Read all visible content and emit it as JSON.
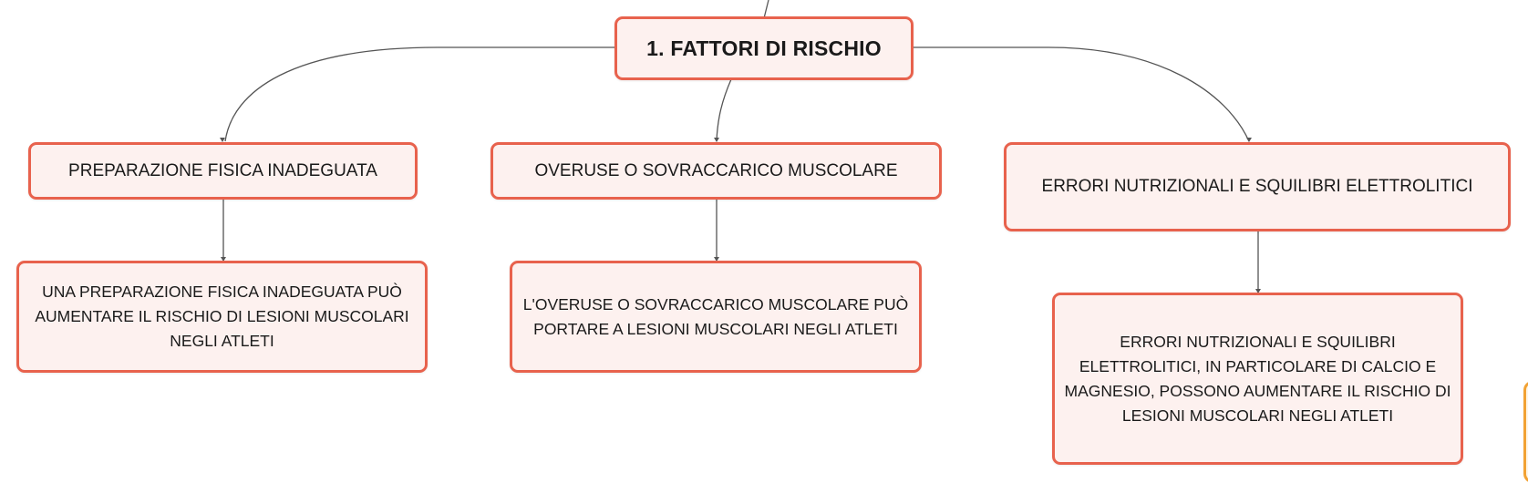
{
  "root": {
    "label": "1. FATTORI DI RISCHIO"
  },
  "branches": [
    {
      "topic": "PREPARAZIONE FISICA INADEGUATA",
      "description": "UNA PREPARAZIONE FISICA INADEGUATA PUÒ AUMENTARE IL RISCHIO DI LESIONI MUSCOLARI NEGLI ATLETI"
    },
    {
      "topic": "OVERUSE O SOVRACCARICO MUSCOLARE",
      "description": "L'OVERUSE O SOVRACCARICO MUSCOLARE PUÒ PORTARE A LESIONI MUSCOLARI NEGLI ATLETI"
    },
    {
      "topic": "ERRORI NUTRIZIONALI E SQUILIBRI ELETTROLITICI",
      "description": "ERRORI NUTRIZIONALI E SQUILIBRI ELETTROLITICI, IN PARTICOLARE DI CALCIO E MAGNESIO, POSSONO AUMENTARE IL RISCHIO DI LESIONI MUSCOLARI NEGLI ATLETI"
    }
  ],
  "colors": {
    "node_border": "#e8624d",
    "node_fill": "#fdf1ef",
    "connector": "#555555",
    "side_tab": "#f2a233"
  }
}
